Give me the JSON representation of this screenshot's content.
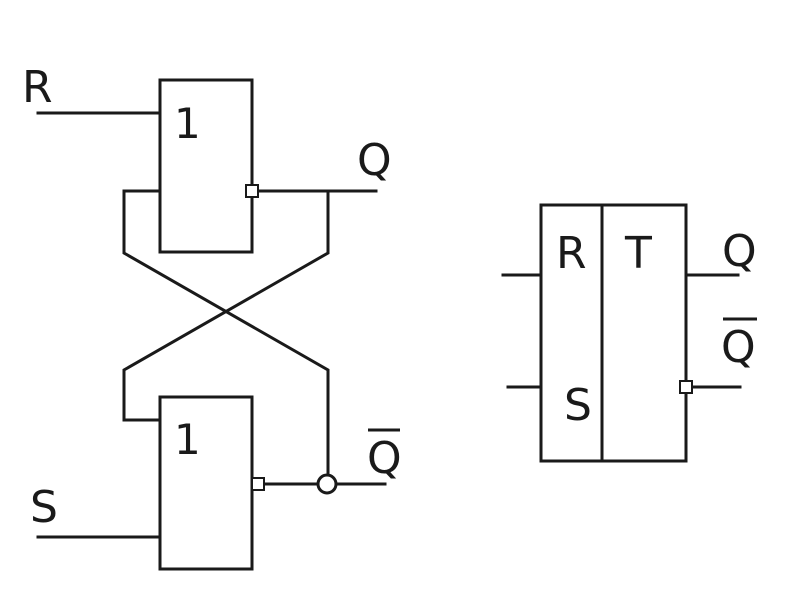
{
  "latch": {
    "input_r": "R",
    "input_s": "S",
    "output_q": "Q",
    "output_q_bar": "Q",
    "top_gate_symbol": "1",
    "bottom_gate_symbol": "1"
  },
  "block": {
    "input_r": "R",
    "input_s": "S",
    "function": "T",
    "output_q": "Q",
    "output_q_bar": "Q"
  },
  "colors": {
    "stroke": "#1a1a1a",
    "background": "#ffffff"
  }
}
